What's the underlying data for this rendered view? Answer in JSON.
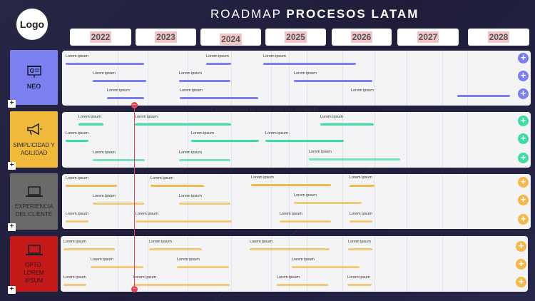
{
  "logo_text": "Logo",
  "title_light": "ROADMAP",
  "title_bold": "PROCESOS LATAM",
  "subtitle": "Comentáselo tu tema con un subtítulo",
  "years": [
    "2022",
    "2023",
    "2024",
    "2025",
    "2026",
    "2027",
    "2028"
  ],
  "task_label": "Lorem ipsum",
  "colors": {
    "neo": "#7c7ff0",
    "agilidad": "#3ddca0",
    "cliente": "#f3b94c",
    "opto": "#f3b94c",
    "today": "#e0455a"
  },
  "categories": [
    {
      "label": "NEO",
      "icon": "presentation-board-icon"
    },
    {
      "label": "SIMPLICIDAD Y AGILIDAD",
      "icon": "megaphone-icon"
    },
    {
      "label": "EXPERIENCIA DEL CLIENTE",
      "icon": "laptop-icon"
    },
    {
      "label": "OPTO. LOREM IPSUM",
      "icon": "laptop-icon"
    }
  ],
  "add_button_symbol": "+",
  "expand_symbol": "+",
  "today_symbol": "–"
}
